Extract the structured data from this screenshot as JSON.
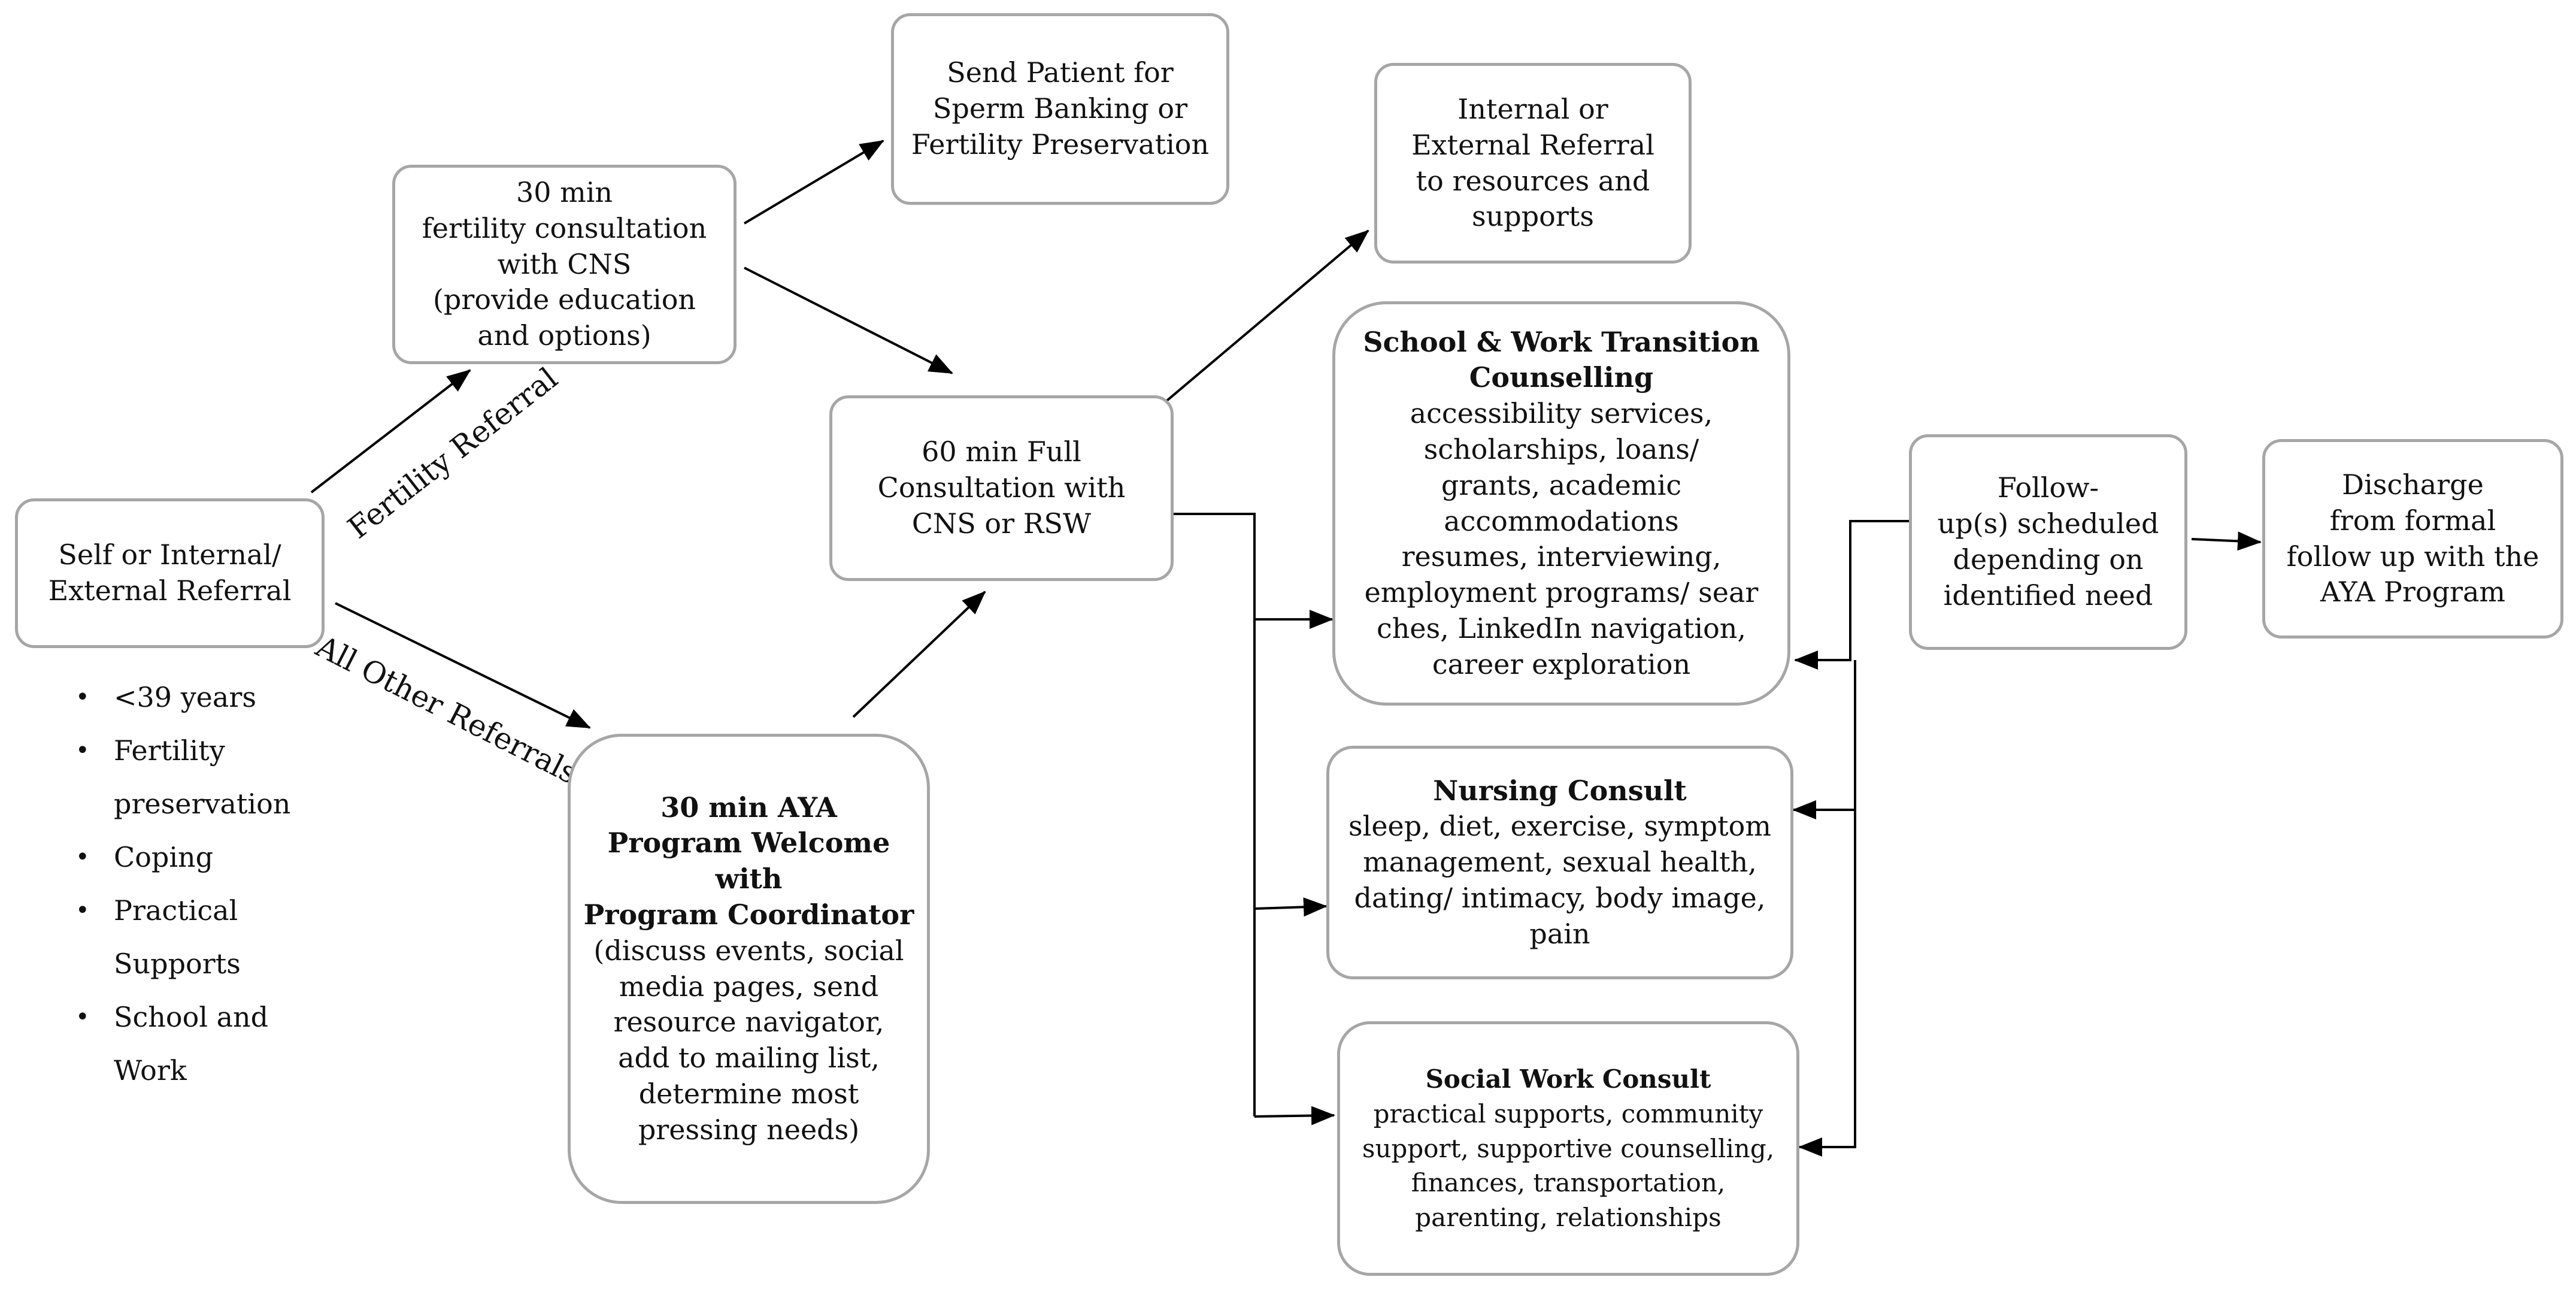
{
  "diagram": {
    "entry_box": {
      "lines": [
        "Self or Internal/",
        "External Referral"
      ]
    },
    "criteria": [
      {
        "lines": [
          "<39 years"
        ]
      },
      {
        "lines": [
          "Fertility",
          "preservation"
        ]
      },
      {
        "lines": [
          "Coping"
        ]
      },
      {
        "lines": [
          "Practical",
          "Supports"
        ]
      },
      {
        "lines": [
          "School and",
          "Work"
        ]
      }
    ],
    "fertility_referral_label": "Fertility Referral",
    "other_referrals_label": "All Other Referrals",
    "fertility_consult": {
      "lines": [
        "30 min",
        "fertility consultation",
        "with CNS",
        "(provide education",
        "and options)"
      ]
    },
    "sperm_banking": {
      "lines": [
        "Send Patient for",
        "Sperm Banking or",
        "Fertility Preservation"
      ]
    },
    "full_consult": {
      "lines": [
        "60 min Full",
        "Consultation with",
        "CNS or RSW"
      ]
    },
    "aya_welcome": {
      "title_lines": [
        "30 min AYA",
        "Program Welcome",
        "with",
        "Program Coordinator"
      ],
      "body_lines": [
        "(discuss events, social",
        "media pages, send",
        "resource navigator,",
        "add to mailing list,",
        "determine most",
        "pressing needs)"
      ]
    },
    "referral_resources": {
      "lines": [
        "Internal or",
        "External Referral",
        "to resources and",
        "supports"
      ]
    },
    "school_work": {
      "title_lines": [
        "School & Work Transition",
        "Counselling"
      ],
      "body_lines": [
        "accessibility services,",
        "scholarships, loans/",
        "grants,  academic",
        "accommodations",
        "resumes, interviewing,",
        "employment programs/ sear",
        "ches, LinkedIn navigation,",
        "career exploration"
      ]
    },
    "nursing": {
      "title": "Nursing Consult",
      "body_lines": [
        "sleep, diet, exercise, symptom",
        "management, sexual health,",
        "dating/ intimacy, body image,",
        "pain"
      ]
    },
    "social_work": {
      "title": "Social Work Consult",
      "body_lines": [
        "practical supports, community",
        "support, supportive counselling,",
        "finances, transportation,",
        "parenting, relationships"
      ]
    },
    "followup": {
      "lines": [
        "Follow-",
        "up(s) scheduled",
        "depending on",
        "identified  need"
      ]
    },
    "discharge": {
      "lines": [
        "Discharge",
        "from formal",
        "follow up with the",
        "AYA Program"
      ]
    },
    "colors": {
      "box_border": "#a6a6a6",
      "arrow": "#000000",
      "text": "#111111"
    }
  }
}
